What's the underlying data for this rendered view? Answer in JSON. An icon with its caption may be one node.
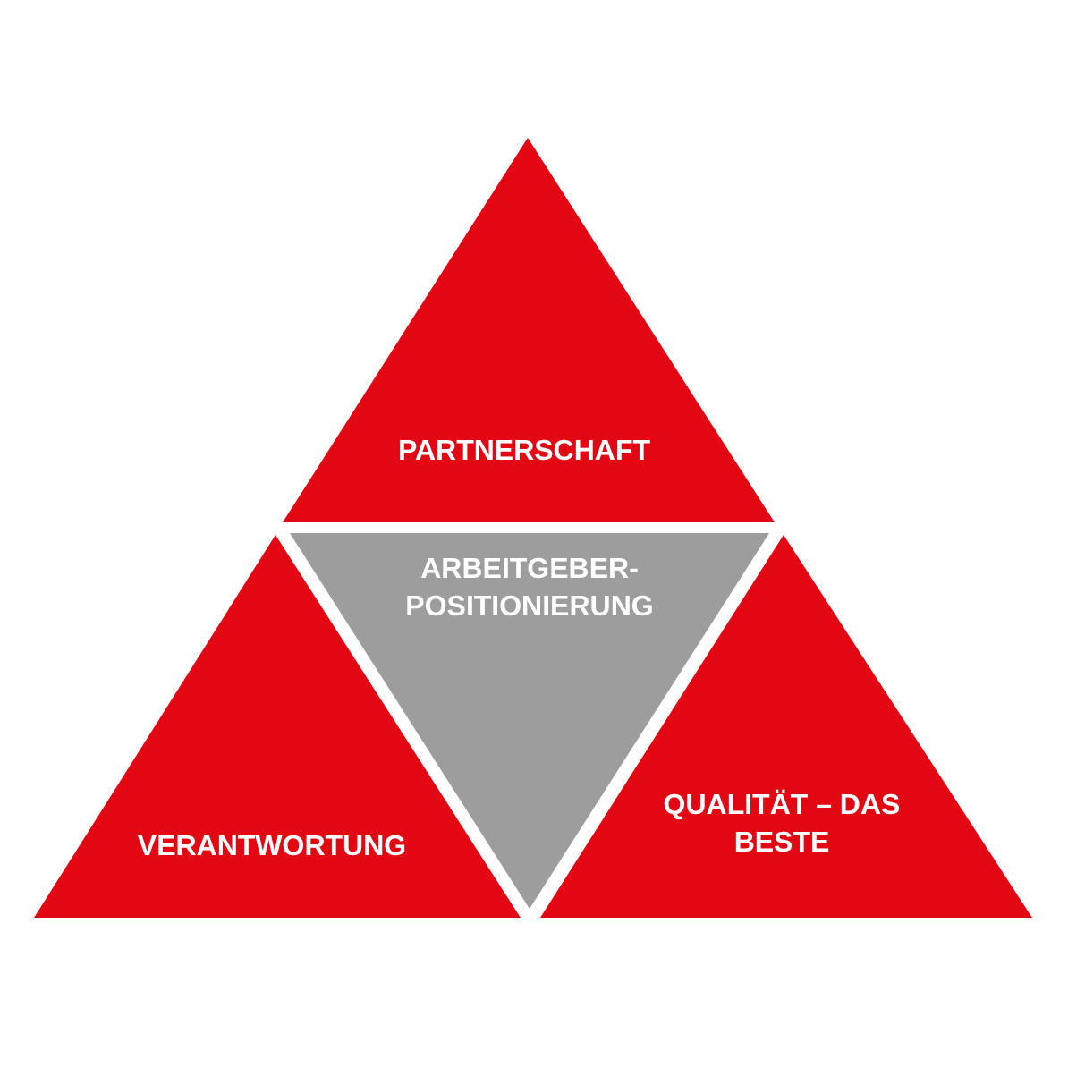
{
  "diagram": {
    "nodes": [
      {
        "text": [
          "PARTNERSCHAFT"
        ]
      },
      {
        "text": [
          "ARBEITGEBER- POSITIONIERUNG"
        ]
      },
      {
        "text": [
          "VERANTWORTUNG"
        ]
      },
      {
        "text": [
          "QUALITÄT – DAS BESTE"
        ]
      }
    ]
  }
}
